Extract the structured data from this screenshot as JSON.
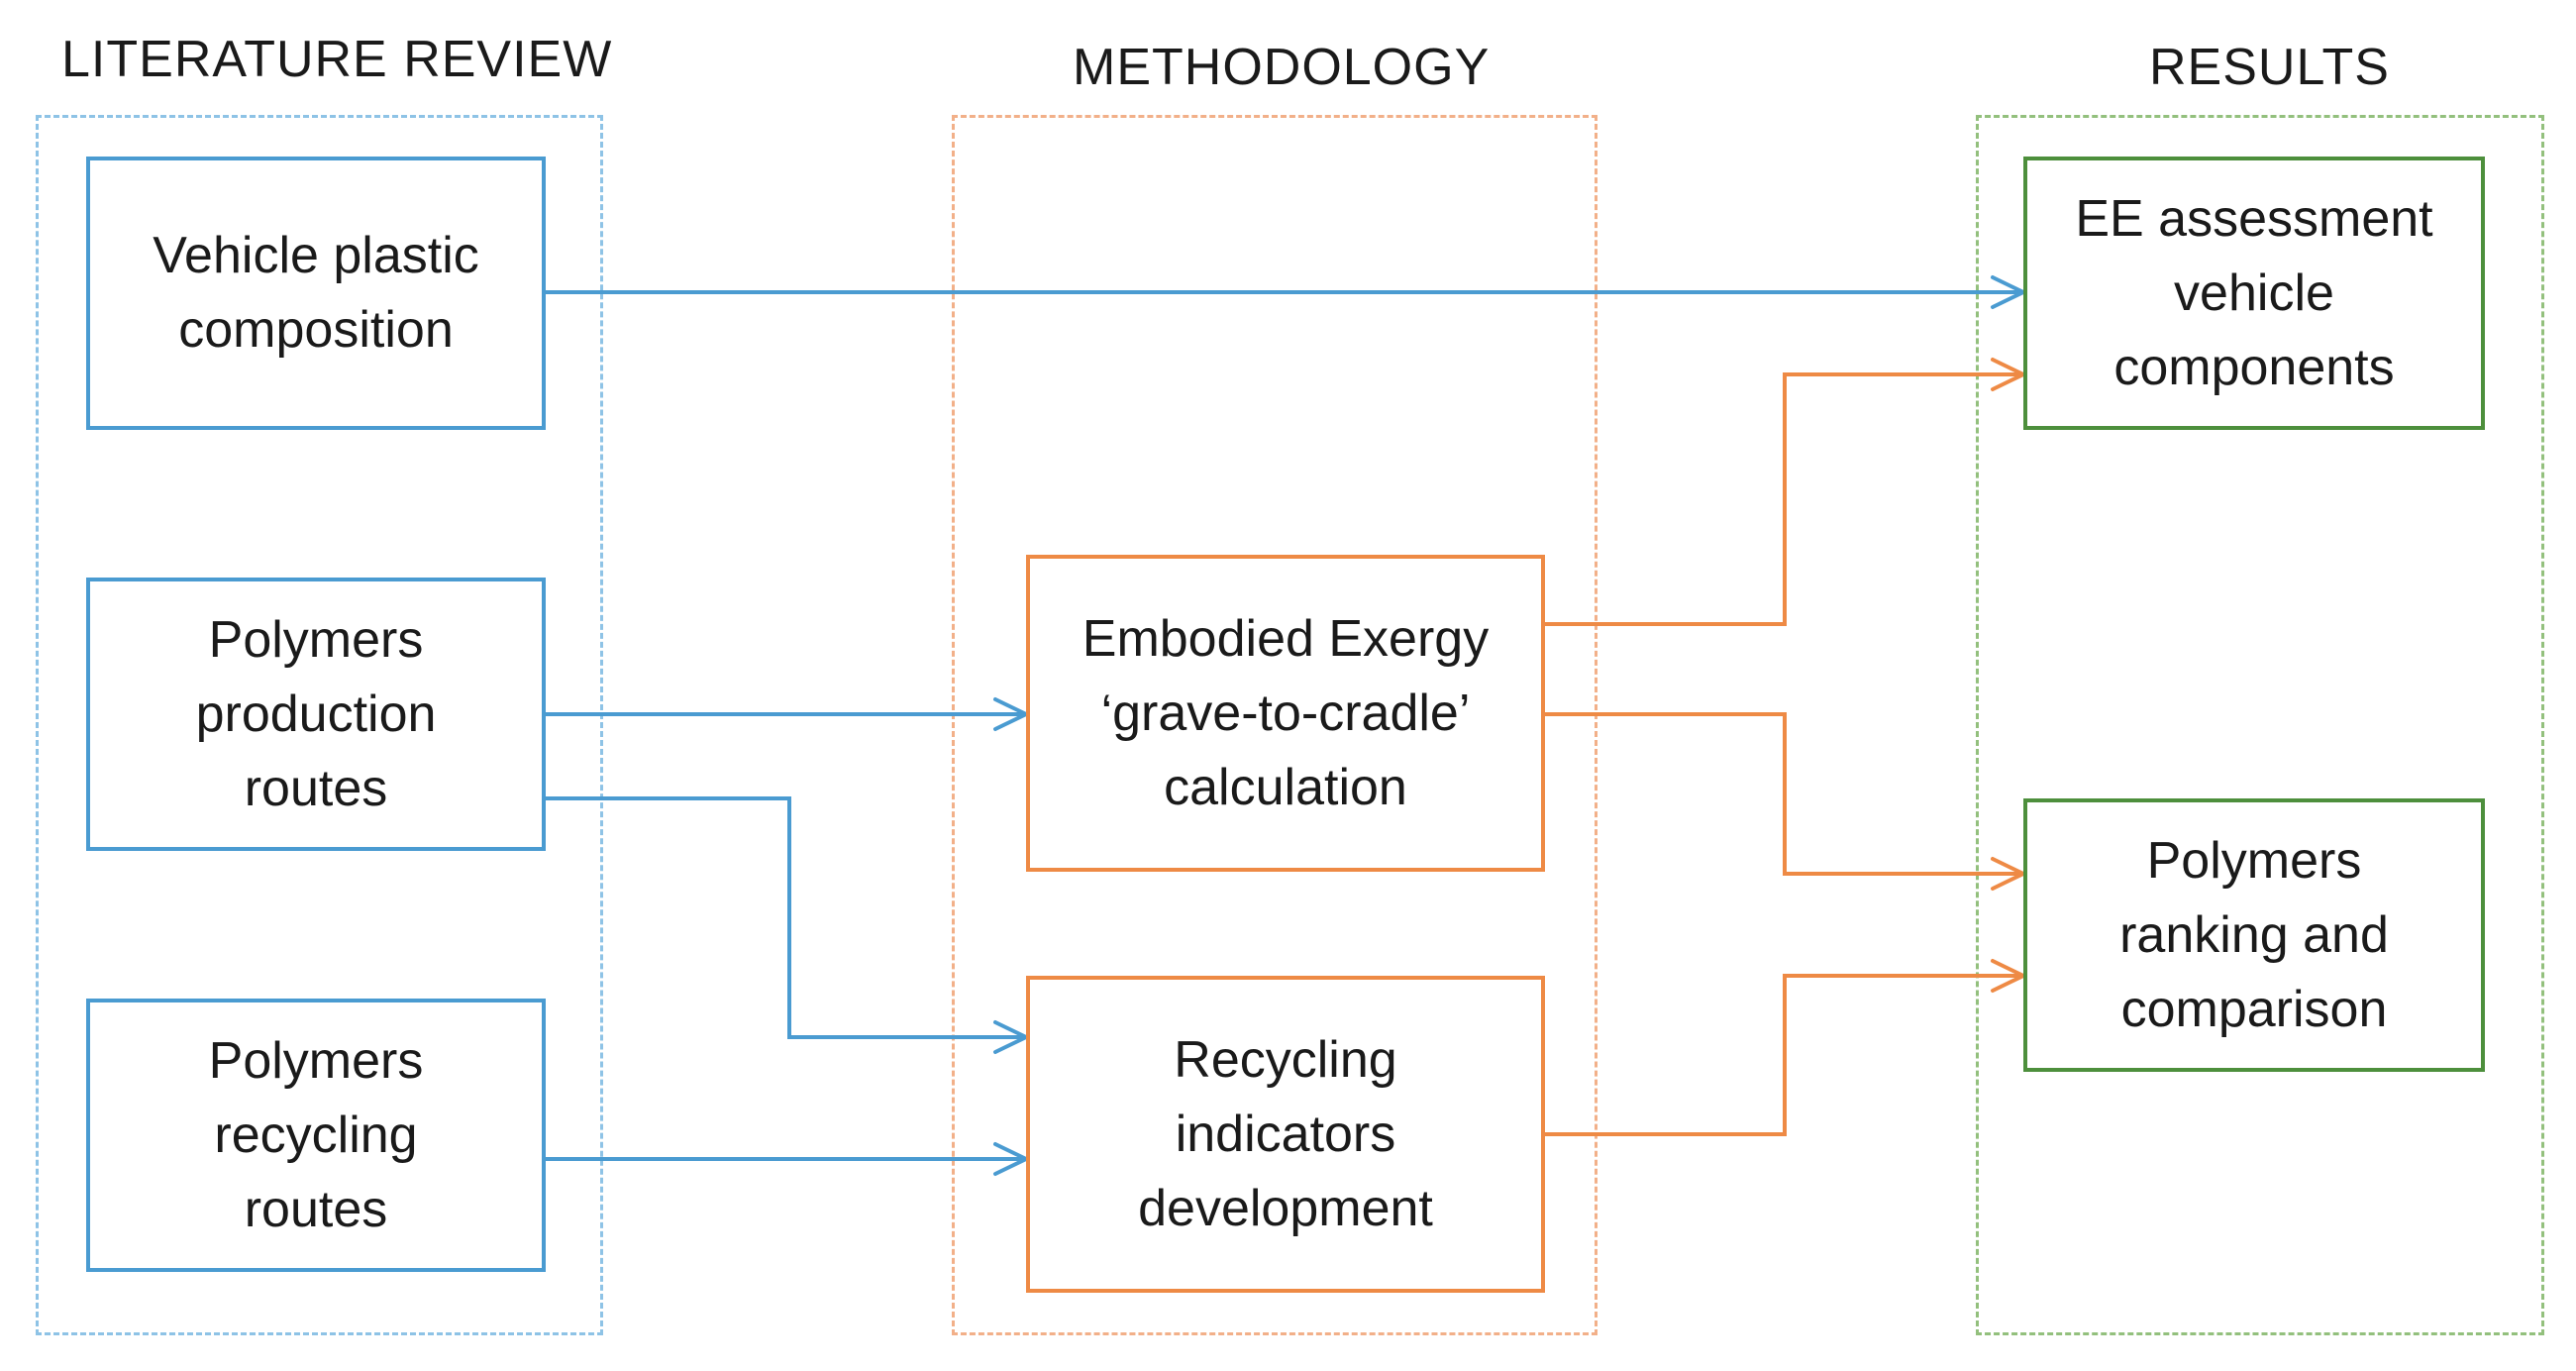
{
  "columns": {
    "literature": {
      "title": "LITERATURE REVIEW",
      "boxes": [
        {
          "lines": [
            "Vehicle plastic",
            "composition"
          ]
        },
        {
          "lines": [
            "Polymers",
            "production",
            "routes"
          ]
        },
        {
          "lines": [
            "Polymers",
            "recycling",
            "routes"
          ]
        }
      ]
    },
    "methodology": {
      "title": "METHODOLOGY",
      "boxes": [
        {
          "lines": [
            "Embodied Exergy",
            "‘grave-to-cradle’",
            "calculation"
          ]
        },
        {
          "lines": [
            "Recycling",
            "indicators",
            "development"
          ]
        }
      ]
    },
    "results": {
      "title": "RESULTS",
      "boxes": [
        {
          "lines": [
            "EE assessment",
            "vehicle",
            "components"
          ]
        },
        {
          "lines": [
            "Polymers",
            "ranking and",
            "comparison"
          ]
        }
      ]
    }
  },
  "colors": {
    "literature": "#4a9bd1",
    "methodology": "#ee8a45",
    "results": "#4d8f3c",
    "text": "#1a1a1a"
  }
}
